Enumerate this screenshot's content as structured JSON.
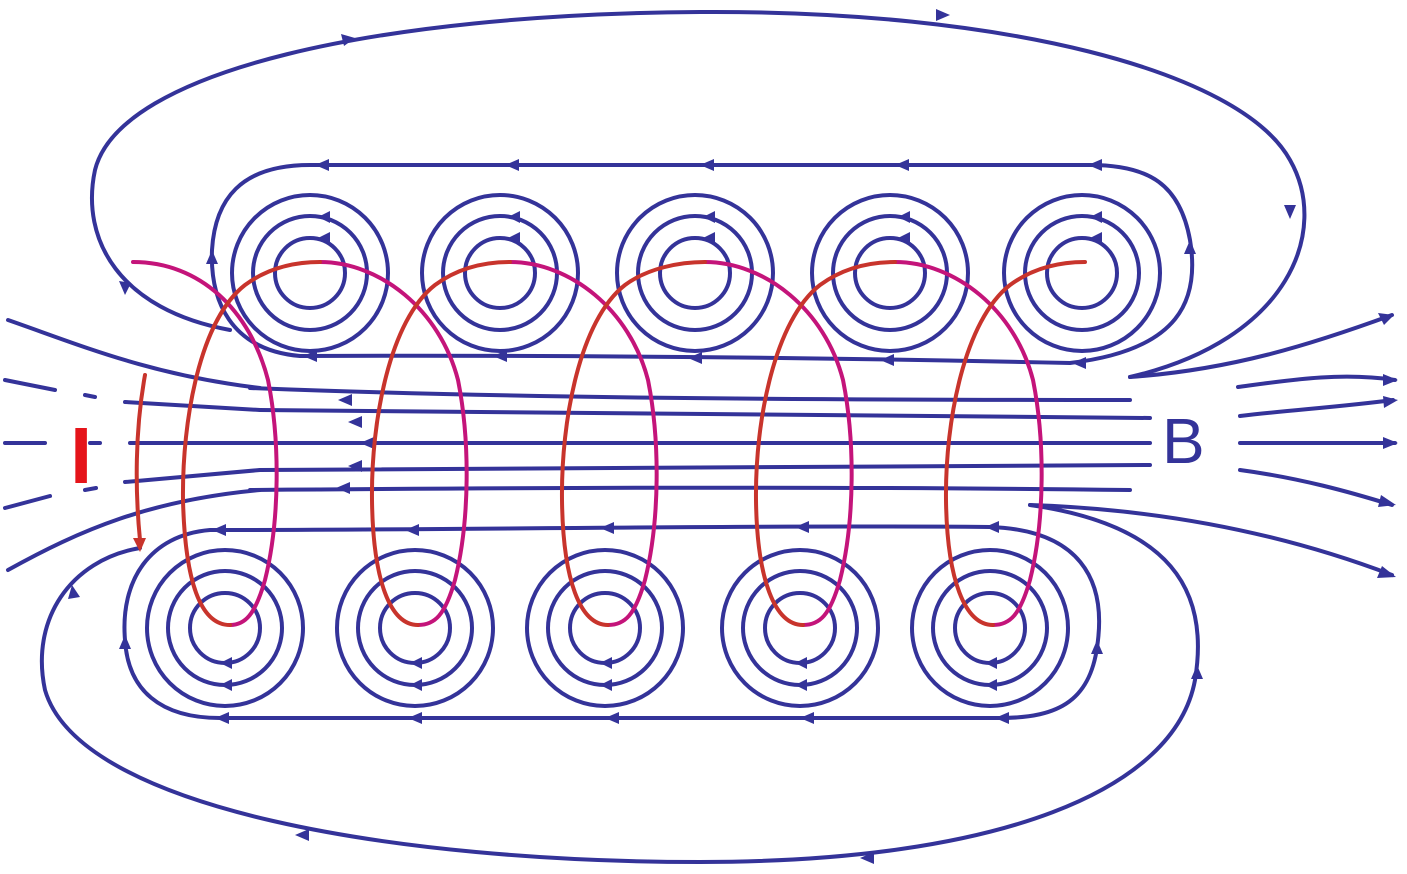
{
  "diagram": {
    "labels": {
      "current": "I",
      "field": "B"
    },
    "colors": {
      "field_lines": "#343399",
      "wire_front": "#c8342c",
      "wire_back": "#c4147a",
      "current_label": "#e5141a",
      "field_label": "#343399",
      "background": "#ffffff"
    },
    "coil": {
      "turns": 5
    }
  }
}
